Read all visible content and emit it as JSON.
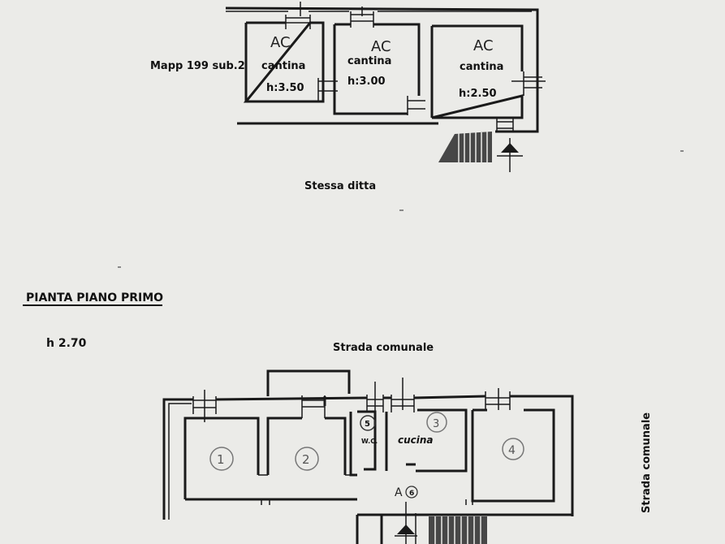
{
  "upper_plan": {
    "neighbor_label": "Mapp 199 sub.2",
    "owner_label": "Stessa ditta",
    "rooms": [
      {
        "code": "AC",
        "name": "cantina",
        "height": "h:3.50"
      },
      {
        "code": "AC",
        "name": "cantina",
        "height": "h:3.00"
      },
      {
        "code": "AC",
        "name": "cantina",
        "height": "h:2.50"
      }
    ]
  },
  "lower_plan": {
    "title": "PIANTA PIANO PRIMO",
    "height": "h 2.70",
    "road_top": "Strada comunale",
    "road_right": "Strada comunale",
    "rooms": [
      {
        "number": "1"
      },
      {
        "number": "2"
      },
      {
        "number": "3",
        "name": "cucina"
      },
      {
        "number": "4"
      }
    ],
    "wc_number": "5",
    "wc_label": "W.C.",
    "hall_label": "A",
    "hall_number": "6"
  }
}
